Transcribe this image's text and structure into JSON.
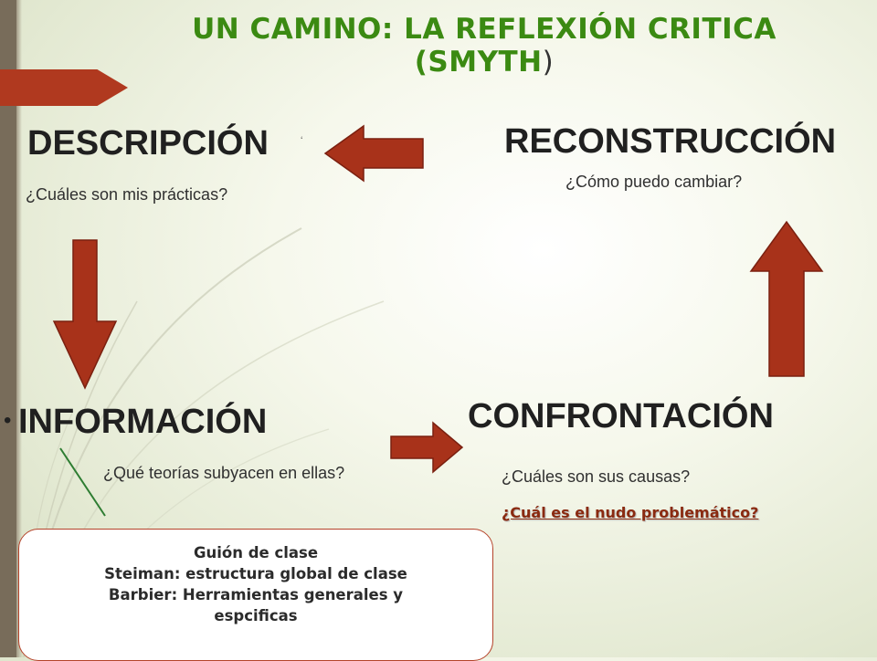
{
  "title": {
    "line1": "UN CAMINO: LA REFLEXIÓN CRITICA",
    "line2": "(SMYTH",
    "line2_paren": ")"
  },
  "nodes": {
    "descripcion": {
      "label": "DESCRIPCIÓN",
      "mark": "‘",
      "question": "¿Cuáles son mis prácticas?"
    },
    "reconstruccion": {
      "label": "RECONSTRUCCIÓN",
      "question": "¿Cómo puedo cambiar?"
    },
    "informacion": {
      "bullet": "•",
      "label": "INFORMACIÓN",
      "question": "¿Qué teorías subyacen en ellas?"
    },
    "confrontacion": {
      "label": "CONFRONTACIÓN",
      "question": "¿Cuáles son sus causas?",
      "highlight": "¿Cuál es el nudo problemático?"
    }
  },
  "note_box": {
    "lines": [
      "Guión de clase",
      "Steiman: estructura global de clase",
      "Barbier: Herramientas generales y",
      "espcificas"
    ]
  },
  "colors": {
    "arrow_fill": "#a8321a",
    "arrow_stroke": "#7a2010",
    "title": "#3b8a12",
    "sidebar": "#786c5a",
    "connector": "#2e7d32"
  }
}
